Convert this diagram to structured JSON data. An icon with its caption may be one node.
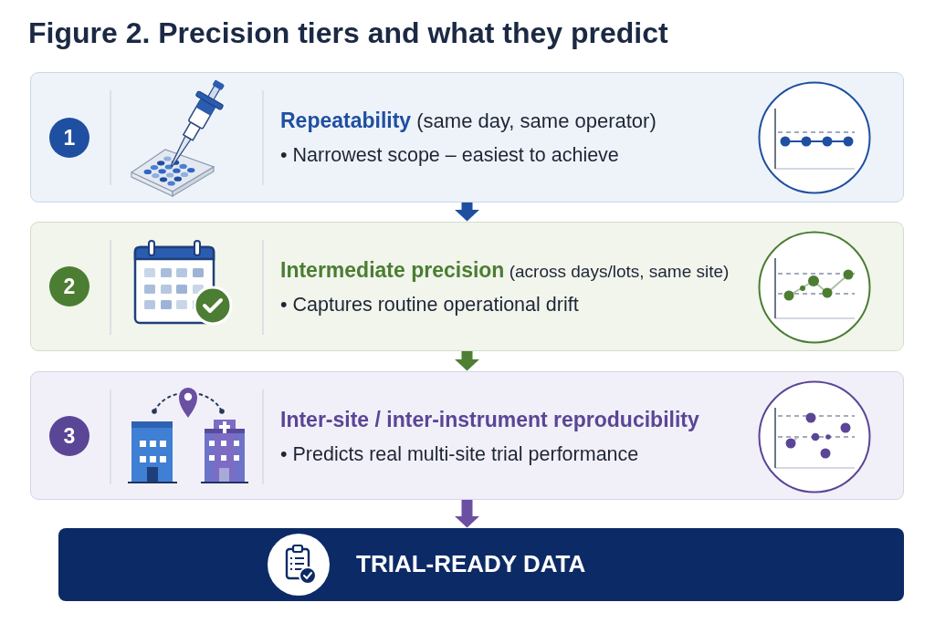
{
  "diagram": {
    "title": "Figure 2. Precision tiers and what they predict",
    "nodes": [
      {
        "text": [
          "**Repeatability** (same day, same operator)",
          "• Narrowest scope – easiest to achieve"
        ]
      },
      {
        "text": [
          "1"
        ],
        "in": 0
      },
      {
        "text": [
          "**Intermediate precision** (across days/lots, same site)",
          "• Captures routine operational drift"
        ]
      },
      {
        "text": [
          "2"
        ],
        "in": 2
      },
      {
        "text": [
          "Inter-site / inter-instrument reproducibility",
          "• Predicts real multi-site trial performance"
        ]
      },
      {
        "text": [
          "3"
        ],
        "in": 4
      },
      {
        "text": [
          "TRIAL-READY DATA"
        ]
      }
    ],
    "edges": [
      {
        "from": 0,
        "to": 2,
        "arrow": "to",
        "color": "#1f4fa0"
      },
      {
        "from": 2,
        "to": 4,
        "arrow": "to",
        "color": "#4f7f35"
      },
      {
        "from": 4,
        "to": 6,
        "arrow": "to",
        "color": "#6a4fa3"
      }
    ]
  }
}
